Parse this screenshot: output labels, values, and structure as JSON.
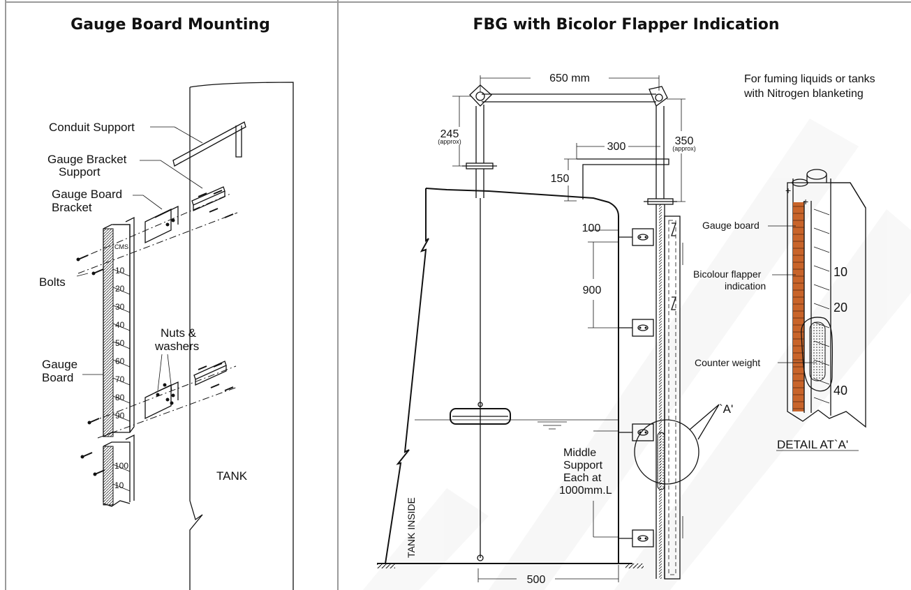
{
  "left_panel": {
    "title": "Gauge Board Mounting",
    "labels": {
      "conduit_support": "Conduit Support",
      "gauge_bracket_support_1": "Gauge Bracket",
      "gauge_bracket_support_2": "Support",
      "gauge_board_bracket_1": "Gauge Board",
      "gauge_board_bracket_2": "Bracket",
      "bolts": "Bolts",
      "nuts_washers_1": "Nuts &",
      "nuts_washers_2": "washers",
      "gauge_board_1": "Gauge",
      "gauge_board_2": "Board",
      "tank": "TANK"
    },
    "scale_unit": "CMS",
    "scale_ticks": [
      "10",
      "20",
      "30",
      "40",
      "50",
      "60",
      "70",
      "80",
      "90"
    ],
    "lower_scale_ticks": [
      "100",
      "10"
    ]
  },
  "right_panel": {
    "title": "FBG with Bicolor Flapper Indication",
    "note_1": "For fuming liquids or tanks",
    "note_2": "with Nitrogen blanketing",
    "dims": {
      "top_width": "650 mm",
      "left_height": "245",
      "left_height_note": "(approx)",
      "right_height": "350",
      "right_height_note": "(approx)",
      "bracket": "300",
      "bracket_drop": "150",
      "first_support": "100",
      "support_spacing": "900",
      "bottom": "500"
    },
    "middle_support_1": "Middle",
    "middle_support_2": "Support",
    "middle_support_3": "Each at",
    "middle_support_4": "1000mm.L",
    "tank_inside": "TANK INSIDE",
    "callout": "`A'",
    "detail": {
      "gauge_board": "Gauge board",
      "bicolour_1": "Bicolour flapper",
      "bicolour_2": "indication",
      "counter_weight": "Counter weight",
      "ticks": [
        "10",
        "20",
        "40"
      ],
      "caption": "DETAIL AT`A'"
    }
  },
  "colors": {
    "flapper": "#c8642a",
    "border": "#9a9a9a",
    "ink": "#111111"
  }
}
